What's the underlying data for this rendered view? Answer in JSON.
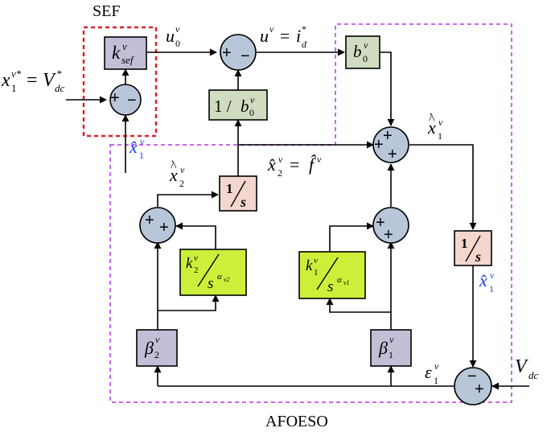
{
  "titles": {
    "sef": "SEF",
    "afoeso": "AFOESO"
  },
  "colors": {
    "sef_box": "#e0202a",
    "afoeso_box": "#cc66ee",
    "sum_node": "#b7c6d8",
    "gain_block": "#c3bdd6",
    "b0_block": "#cfdcc0",
    "integrator_block": "#f3d6cd",
    "fractional_block": "#ccf03a",
    "estimate_text": "#1a3fe0"
  },
  "signals": {
    "reference": "x₁ᵛ* = V*dc",
    "u0": "u₀ᵛ",
    "u_eq": "uᵛ = i*d",
    "x1hat_feedback": "x̂₁ᵛ",
    "x1hat_out": "x̂₁ᵛ",
    "x1dot_hat": "ẋ̂₁ᵛ",
    "x2dot_hat": "ẋ̂₂ᵛ",
    "x2hat_f": "x̂₂ᵛ = f̂ᵛ",
    "epsilon": "ε₁ᵛ",
    "vdc": "Vdc"
  },
  "blocks": {
    "ksef": "kᵛsef",
    "inv_b0": "1 / b₀ᵛ",
    "b0": "b₀ᵛ",
    "int1": "1/s",
    "int2": "1/s",
    "k2_frac": "k₂ᵛ / s^αv2",
    "k1_frac": "k₁ᵛ / s^αv1",
    "beta2": "β₂ᵛ",
    "beta1": "β₁ᵛ"
  }
}
